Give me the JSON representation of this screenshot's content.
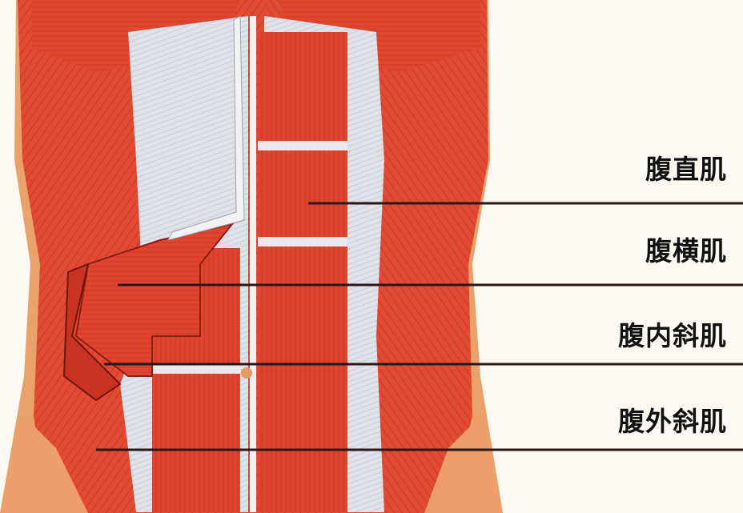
{
  "labels": {
    "rectus": "腹直肌",
    "transversus": "腹横肌",
    "internal_oblique": "腹内斜肌",
    "external_oblique": "腹外斜肌"
  },
  "colors": {
    "background": "#fcf8f2",
    "muscle": "#e0442f",
    "muscle_dark": "#b52a1c",
    "fascia": "#dcdfe6",
    "skin": "#e9a26a",
    "leader_line": "#2a1818",
    "label_text": "#111111"
  }
}
